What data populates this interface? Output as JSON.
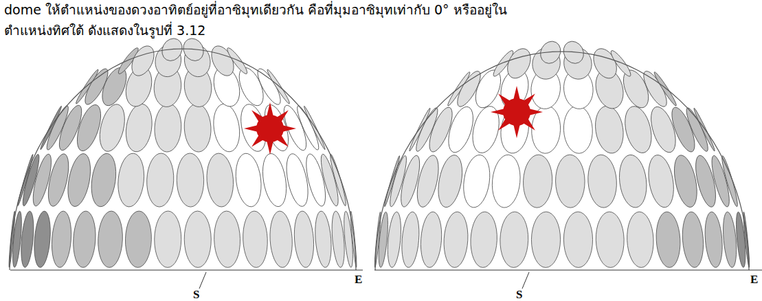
{
  "diagram": {
    "labels": [
      "dome ให้ตำแหน่งของดวงอาทิตย์อยู่ที่อาซิมุทเดียวกัน คือที่มุมอาซิมุทเท่ากับ 0° หรืออยู่ใน",
      "ตำแหน่งทิศใต้ ดังแสดงในรูปที่ 3.12",
      "S",
      "E",
      "S",
      "E"
    ]
  }
}
